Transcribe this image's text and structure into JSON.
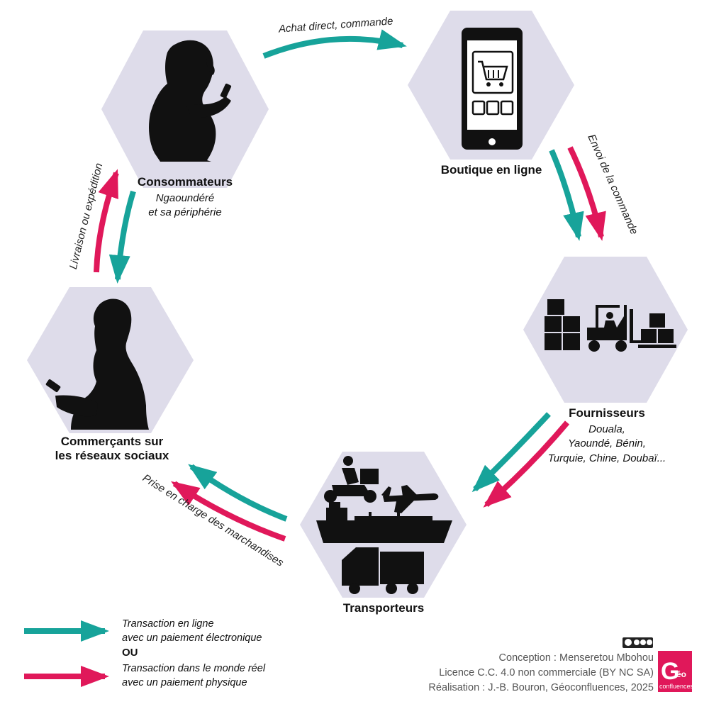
{
  "colors": {
    "online": "#17a39a",
    "physical": "#e0185a",
    "hexagon": "#dedcea",
    "silhouette": "#111111"
  },
  "nodes": {
    "consumers": {
      "title": "Consommateurs",
      "sub1": "Ngaoundéré",
      "sub2": "et sa périphérie",
      "icon": "woman-phone-icon"
    },
    "shop": {
      "title": "Boutique en ligne",
      "icon": "smartphone-cart-icon"
    },
    "suppliers": {
      "title": "Fournisseurs",
      "sub1": "Douala,",
      "sub2": "Yaoundé, Bénin,",
      "sub3": "Turquie, Chine, Doubaï...",
      "icon": "warehouse-forklift-icon"
    },
    "transporters": {
      "title": "Transporteurs",
      "icon": "transport-vehicles-icon"
    },
    "merchants": {
      "title1": "Commerçants sur",
      "title2": "les réseaux sociaux",
      "icon": "woman-phone-icon"
    }
  },
  "flows": {
    "order": "Achat direct, commande",
    "dispatch": "Envoi de la commande",
    "handling": "Prise en charge des marchandises",
    "delivery": "Livraison ou expédition"
  },
  "legend": {
    "online_line1": "Transaction en ligne",
    "online_line2": "avec un paiement électronique",
    "or": "OU",
    "physical_line1": "Transaction dans le monde réel",
    "physical_line2": "avec un paiement physique"
  },
  "credits": {
    "design": "Conception : Menseretou Mbohou",
    "license": "Licence C.C. 4.0 non commerciale (BY NC SA)",
    "production": "Réalisation : J.-B. Bouron, Géoconfluences, 2025",
    "cc_icon": "cc-by-nc-sa-icon"
  },
  "logo": {
    "big": "G",
    "small": "éo",
    "tiny": "confluences"
  }
}
